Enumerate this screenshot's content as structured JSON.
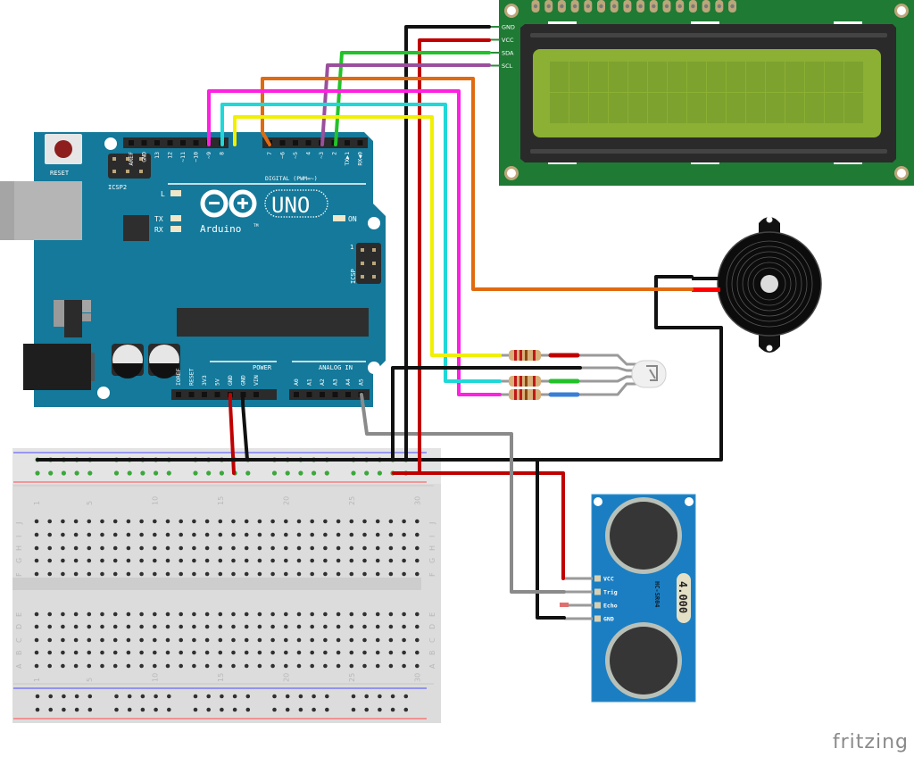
{
  "arduino": {
    "reset_label": "RESET",
    "icsp2_label": "ICSP2",
    "icsp_label": "ICSP",
    "icsp_pin1": "1",
    "digital_label": "DIGITAL (PWM=~)",
    "digital_pins": [
      "AREF",
      "GND",
      "13",
      "12",
      "~11",
      "~10",
      "~9",
      "8",
      "7",
      "~6",
      "~5",
      "4",
      "~3",
      "2",
      "TX▶1",
      "RX◀0"
    ],
    "led_labels": {
      "l": "L",
      "tx": "TX",
      "rx": "RX",
      "on": "ON"
    },
    "logo_text": "Arduino",
    "logo_tm": "TM",
    "model": "UNO",
    "power_label": "POWER",
    "power_pins": [
      "IOREF",
      "RESET",
      "3V3",
      "5V",
      "GND",
      "GND",
      "VIN"
    ],
    "analog_label": "ANALOG IN",
    "analog_pins": [
      "A0",
      "A1",
      "A2",
      "A3",
      "A4",
      "A5"
    ]
  },
  "lcd": {
    "pins": [
      "GND",
      "VCC",
      "SDA",
      "SCL"
    ],
    "columns": 16,
    "rows": 2,
    "header_pins": 16
  },
  "ultrasonic": {
    "model": "HC-SR04",
    "crystal": "4.000",
    "pins": [
      "VCC",
      "Trig",
      "Echo",
      "GND"
    ]
  },
  "breadboard": {
    "column_numbers": [
      "1",
      "5",
      "10",
      "15",
      "20",
      "25",
      "30"
    ],
    "rows_top": [
      "J",
      "I",
      "H",
      "G",
      "F"
    ],
    "rows_bottom": [
      "E",
      "D",
      "C",
      "B",
      "A"
    ],
    "columns": 30
  },
  "wire_colors": {
    "black": "#1a1a1a",
    "red": "#c00000",
    "green": "#22c22a",
    "purple": "#9a4f9c",
    "orange": "#e06a10",
    "magenta": "#ff20e0",
    "cyan": "#20d8d8",
    "yellow": "#f0f000",
    "gray": "#8a8a8a"
  },
  "branding": {
    "app_name": "fritzing"
  }
}
